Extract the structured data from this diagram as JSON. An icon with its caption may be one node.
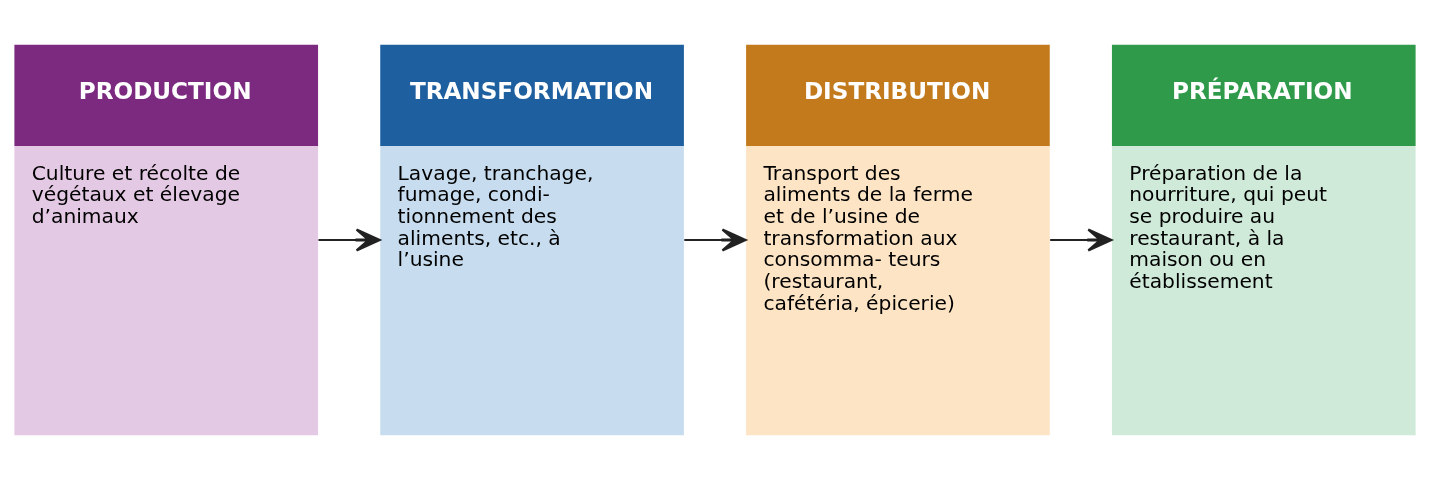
{
  "diagram": {
    "nodes": [
      {
        "text": [
          "PRODUCTION",
          "Culture et récolte de végétaux et élevage d’animaux"
        ]
      },
      {
        "text": [
          "TRANSFORMATION",
          "Lavage, tranchage, fumage, condi- tionnement des aliments, etc., à l’usine"
        ]
      },
      {
        "text": [
          "DISTRIBUTION",
          "Transport des aliments de la ferme et de l’usine de transformation aux consomma- teurs (restaurant, cafétéria, épicerie)"
        ]
      },
      {
        "text": [
          "PRÉPARATION",
          "Préparation de la nourriture, qui peut se produire au restaurant, à la maison ou en établissement"
        ]
      }
    ],
    "edges": [
      {
        "from": 0,
        "to": 1,
        "arrow": "to"
      },
      {
        "from": 1,
        "to": 2,
        "arrow": "to"
      },
      {
        "from": 2,
        "to": 3,
        "arrow": "to"
      }
    ]
  }
}
